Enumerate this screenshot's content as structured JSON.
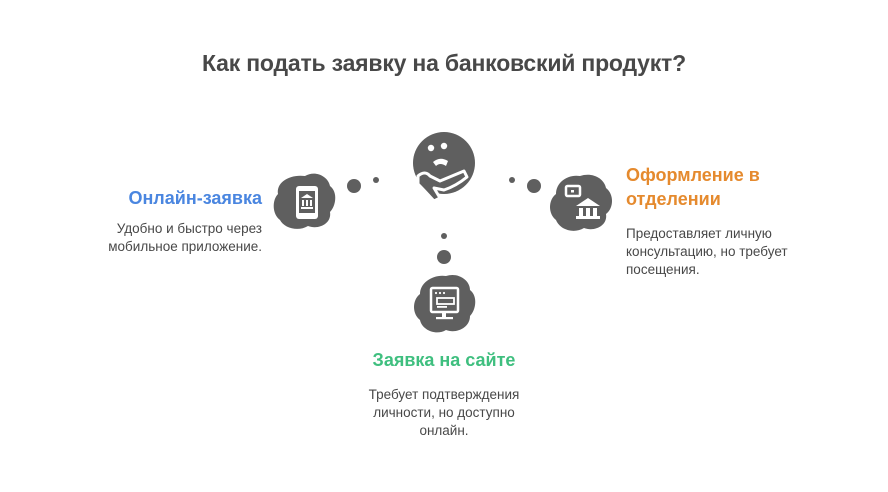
{
  "title": "Как подать заявку на банковский продукт?",
  "colors": {
    "icon_fill": "#5f5f5f",
    "online": "#4a86e0",
    "branch": "#e58a2e",
    "website": "#3fbf7f",
    "text": "#484848"
  },
  "center": {
    "icon": "thinking-face-icon"
  },
  "options": {
    "online": {
      "heading": "Онлайн-заявка",
      "description_lines": [
        "Удобно и быстро через",
        "мобильное приложение."
      ],
      "icon": "mobile-bank-icon"
    },
    "branch": {
      "heading_lines": [
        "Оформление в",
        "отделении"
      ],
      "description_lines": [
        "Предоставляет личную",
        "консультацию, но требует",
        "посещения."
      ],
      "icon": "bank-branch-icon"
    },
    "website": {
      "heading": "Заявка на сайте",
      "description_lines": [
        "Требует подтверждения",
        "личности, но доступно",
        "онлайн."
      ],
      "icon": "website-computer-icon"
    }
  }
}
